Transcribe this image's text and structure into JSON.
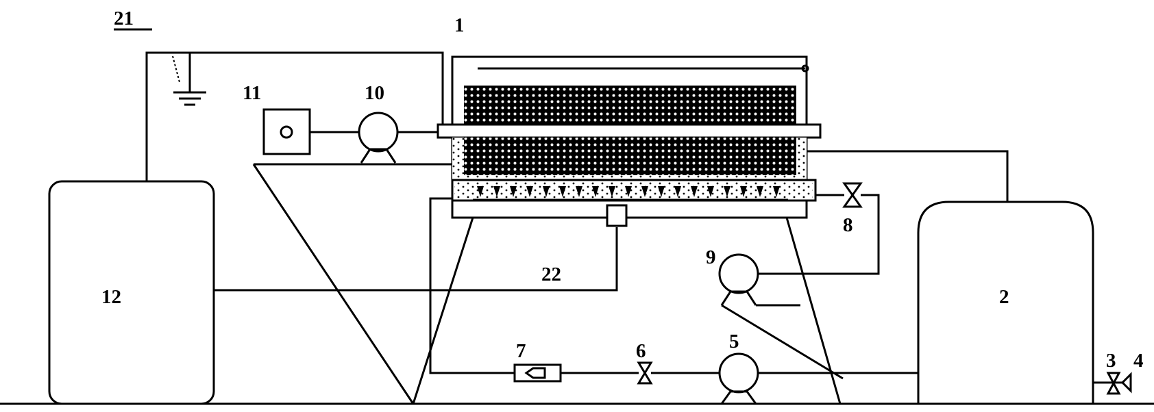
{
  "labels": {
    "reactor": "1",
    "tank_right": "2",
    "valve_3": "3",
    "outlet_4": "4",
    "pump_5": "5",
    "valve_6": "6",
    "flowmeter_7": "7",
    "valve_8": "8",
    "pump_9": "9",
    "pump_10": "10",
    "gas_source_11": "11",
    "power_supply_12": "12",
    "ground_21": "21",
    "electrode_22": "22"
  }
}
